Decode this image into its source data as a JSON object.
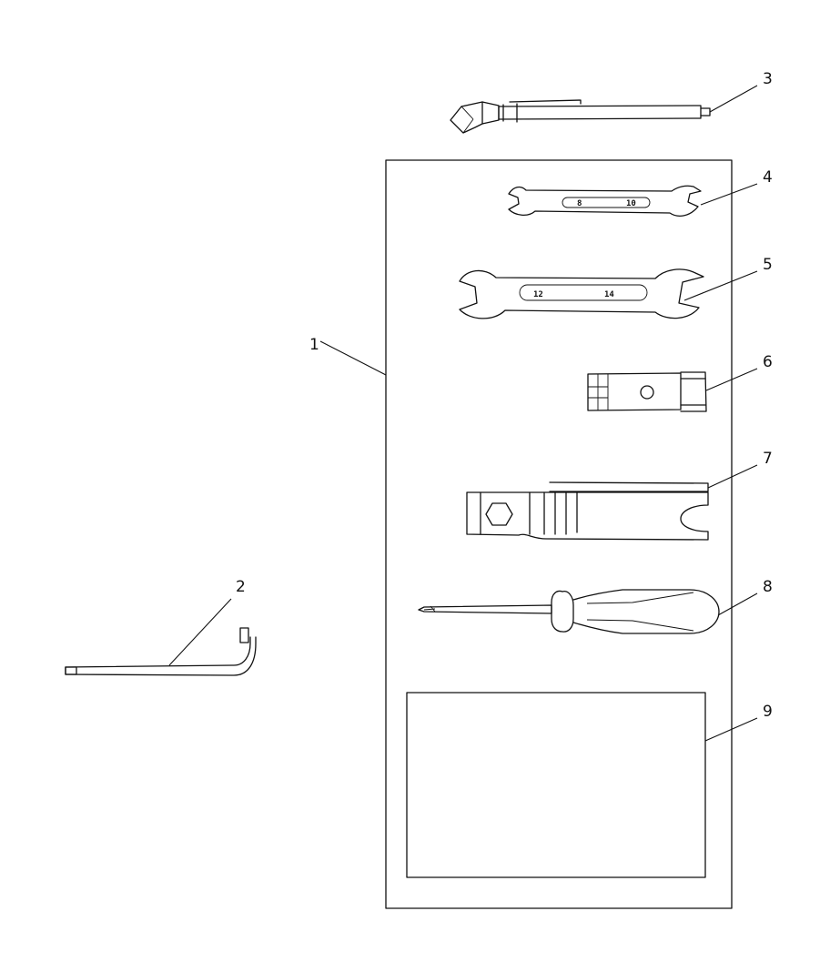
{
  "callouts": [
    "1",
    "2",
    "3",
    "4",
    "5",
    "6",
    "7",
    "8",
    "9"
  ],
  "wrench_small": {
    "size_a": "8",
    "size_b": "10"
  },
  "wrench_large": {
    "size_a": "12",
    "size_b": "14"
  }
}
